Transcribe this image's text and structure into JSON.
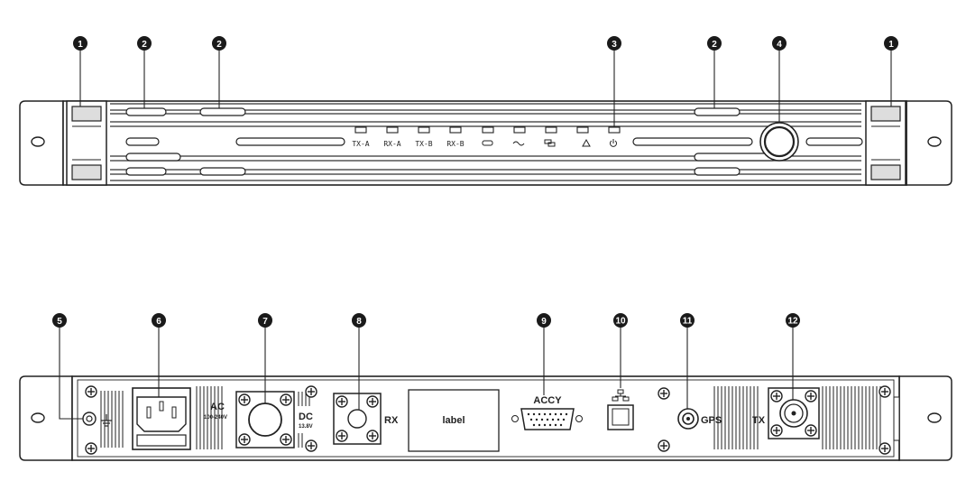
{
  "front_panel": {
    "callouts": {
      "handle_left": "1",
      "vent_a": "2",
      "vent_b": "2",
      "led_power": "3",
      "vent_c": "2",
      "knob": "4",
      "handle_right": "1"
    },
    "led_labels": [
      "TX-A",
      "RX-A",
      "TX-B",
      "RX-B"
    ]
  },
  "rear_panel": {
    "callouts": {
      "ground": "5",
      "ac_inlet": "6",
      "dc_inlet": "7",
      "rx_port": "8",
      "accy_port": "9",
      "lan_port": "10",
      "gps_port": "11",
      "tx_port": "12"
    },
    "labels": {
      "ac": "AC",
      "ac_voltage": "100-240V",
      "dc": "DC",
      "dc_voltage": "13.8V",
      "rx": "RX",
      "label_area": "label",
      "accy": "ACCY",
      "gps": "GPS",
      "tx": "TX"
    }
  }
}
